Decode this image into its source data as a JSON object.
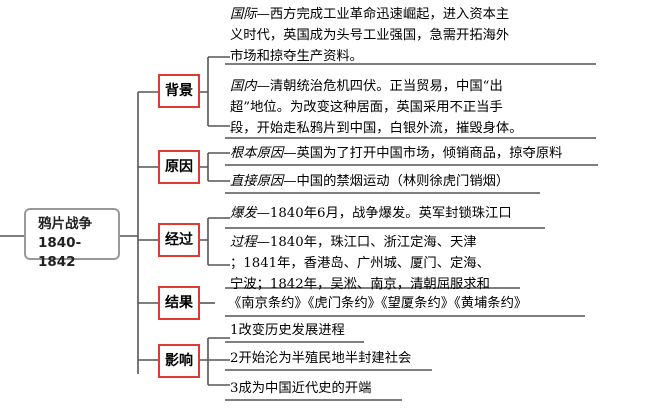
{
  "root": {
    "title": "鸦片战争",
    "years": "1840-1842"
  },
  "branches": [
    {
      "label": "背景"
    },
    {
      "label": "原因"
    },
    {
      "label": "经过"
    },
    {
      "label": "结果"
    },
    {
      "label": "影响"
    }
  ],
  "leaves": {
    "bg_intl_lead": "国际",
    "bg_intl_l1": "—西方完成工业革命迅速崛起，进入资本主",
    "bg_intl_l2": "义时代，英国成为头号工业强国，急需开拓海外",
    "bg_intl_l3": "市场和掠夺生产资料。",
    "bg_dom_lead": "国内",
    "bg_dom_l1": "—清朝统治危机四伏。正当贸易，中国“出",
    "bg_dom_l2": "超”地位。为改变这种居面，英国采用不正当手",
    "bg_dom_l3": "段，开始走私鸦片到中国，白银外流，摧毁身体。",
    "cause_root_lead": "根本原因",
    "cause_root_rest": "—英国为了打开中国市场，倾销商品，掠夺原料",
    "cause_direct_lead": "直接原因",
    "cause_direct_rest": "—中国的禁烟运动（林则徐虎门销烟）",
    "proc_out_lead": "爆发",
    "proc_out_rest": "—1840年6月，战争爆发。英军封锁珠江口",
    "proc_course_lead": "过程",
    "proc_course_l1": "—1840年，珠江口、浙江定海、天津",
    "proc_course_l2": "；1841年，香港岛、广州城、厦门、定海、",
    "proc_course_l3": "宁波；1842年，吴淞、南京，清朝屈服求和",
    "result": "《南京条约》《虎门条约》《望厦条约》《黄埔条约》",
    "infl_1": "1改变历史发展进程",
    "infl_2": "2开始沦为半殖民地半封建社会",
    "infl_3": "3成为中国近代史的开端"
  }
}
